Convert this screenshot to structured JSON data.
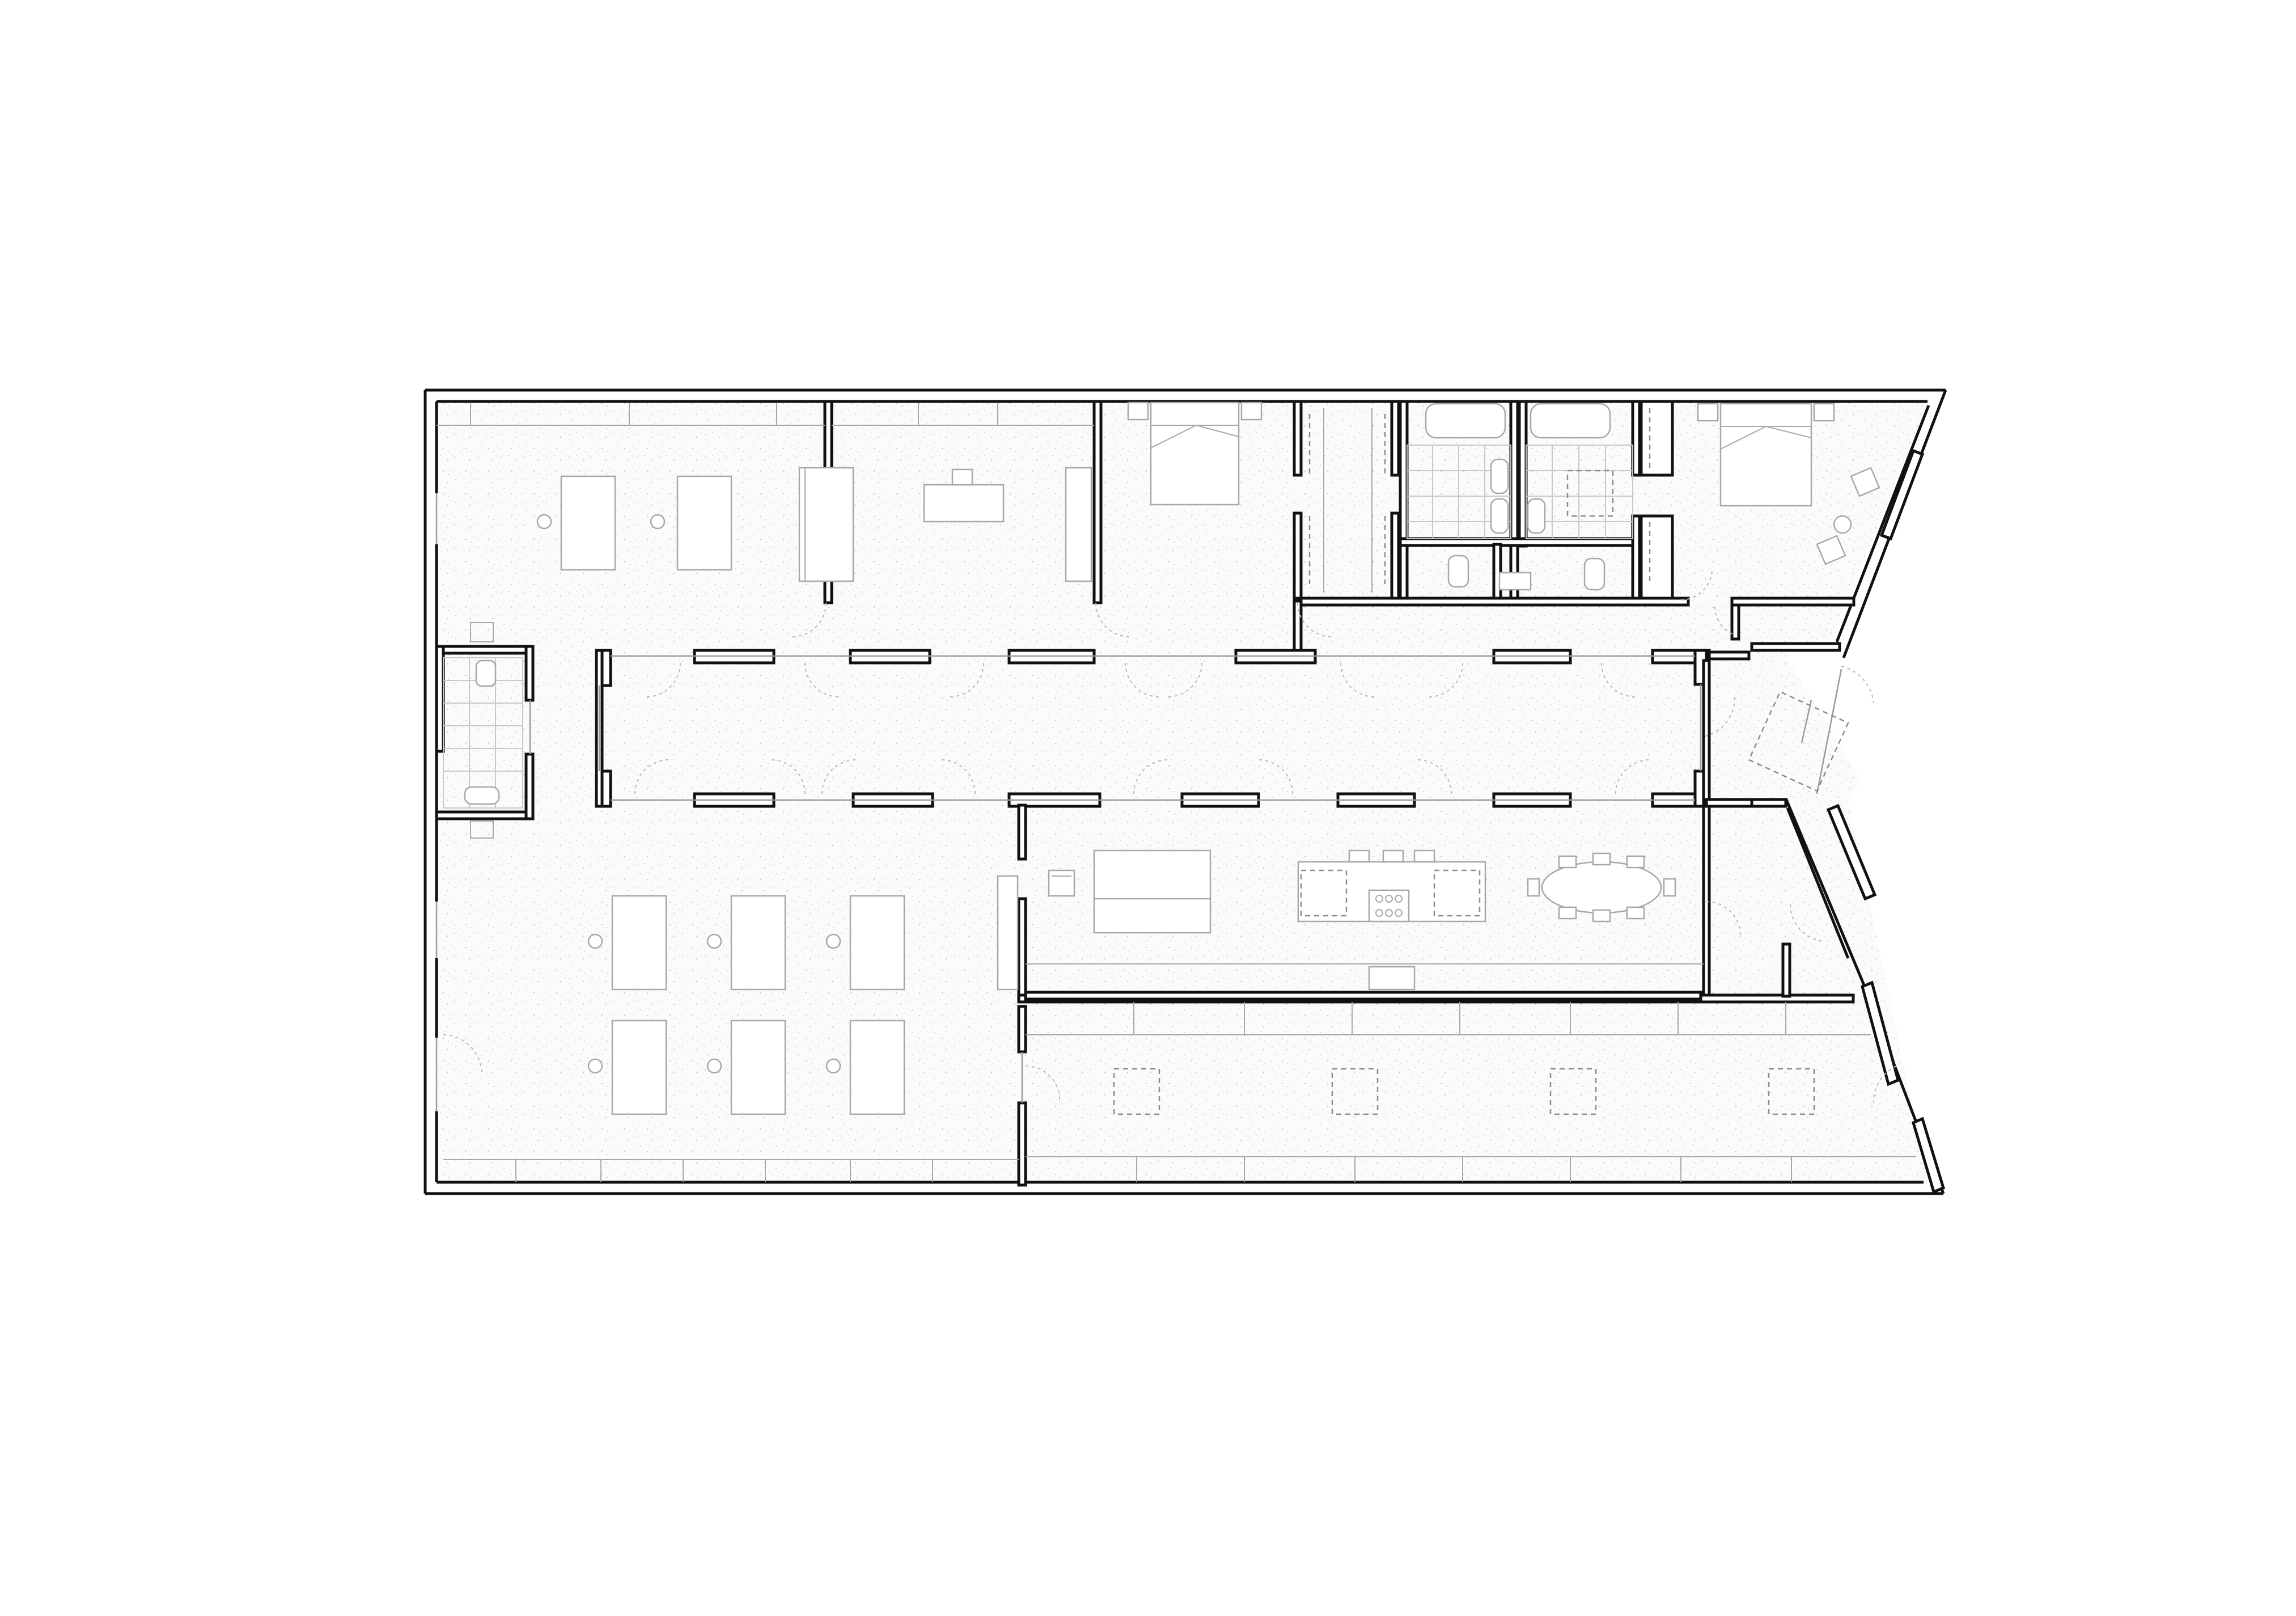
{
  "drawing": {
    "type": "architectural floor plan",
    "colors": {
      "background": "#ffffff",
      "walls": "#111111",
      "floor_speckle": "#d2d2d2",
      "furniture": "#a8a8a8",
      "dashed_elements": "#8c8c8c"
    },
    "rooms": [
      {
        "id": "office-north-west"
      },
      {
        "id": "office-north-middle"
      },
      {
        "id": "bedroom-north"
      },
      {
        "id": "closets-north"
      },
      {
        "id": "bathroom-a"
      },
      {
        "id": "bathroom-b"
      },
      {
        "id": "bedroom-north-east"
      },
      {
        "id": "central-hall"
      },
      {
        "id": "wc-west"
      },
      {
        "id": "office-south-west"
      },
      {
        "id": "living-kitchen-dining"
      },
      {
        "id": "entry-vestibule"
      },
      {
        "id": "gallery-south"
      }
    ]
  }
}
